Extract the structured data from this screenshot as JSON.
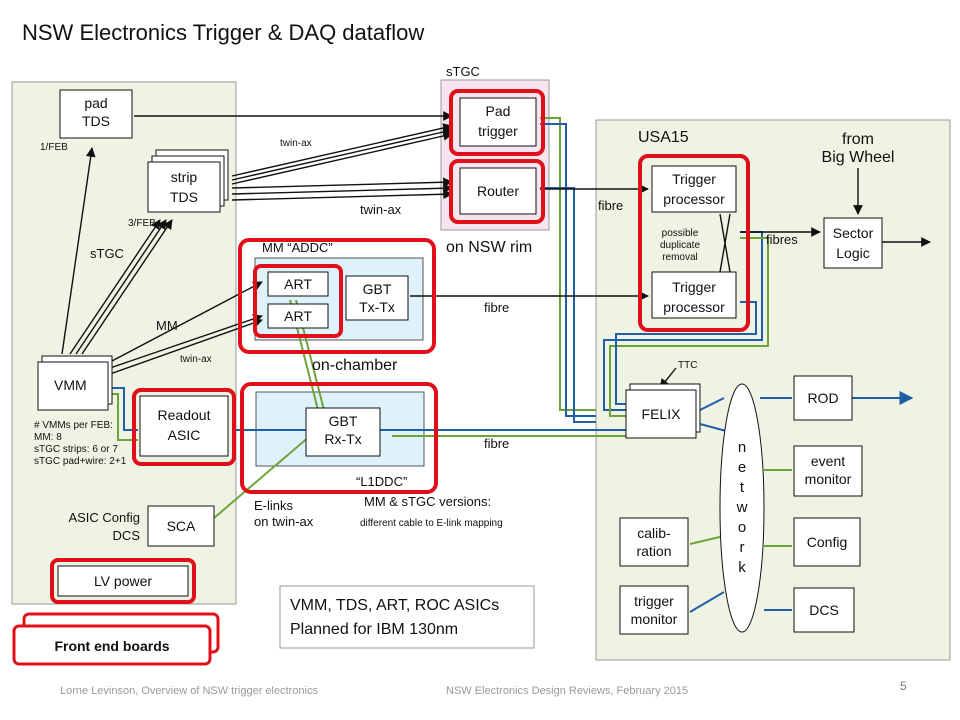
{
  "title": "NSW Electronics Trigger & DAQ dataflow",
  "footer": {
    "left": "Lorne Levinson, Overview of NSW trigger electronics",
    "center": "NSW Electronics Design Reviews, February 2015",
    "page": "5"
  },
  "frontend": {
    "pad_tds": [
      "pad",
      "TDS"
    ],
    "strip_tds": [
      "strip",
      "TDS"
    ],
    "per_feb_1": "1/FEB",
    "per_feb_3": "3/FEB",
    "stgc_label": "sTGC",
    "mm_label": "MM",
    "vmm": "VMM",
    "vmms_per_feb": [
      "# VMMs per FEB:",
      "MM: 8",
      "sTGC strips: 6 or 7",
      "sTGC pad+wire: 2+1"
    ],
    "readout_asic": [
      "Readout",
      "ASIC"
    ],
    "asic_config": [
      "ASIC Config",
      "DCS"
    ],
    "sca": "SCA",
    "lv_power": "LV power",
    "front_end_boards": "Front end boards"
  },
  "links": {
    "twinax_top": "twin-ax",
    "twinax_mid": "twin-ax",
    "twinax_mm": "twin-ax",
    "fibre_router": "fibre",
    "fibre_addc": "fibre",
    "fibre_l1ddc": "fibre",
    "fibres_sector": "fibres",
    "elinks": [
      "E-links",
      "on twin-ax"
    ]
  },
  "stgc_rim": {
    "header": "sTGC",
    "pad_trigger": [
      "Pad",
      "trigger"
    ],
    "router": "Router",
    "footer": "on NSW rim"
  },
  "addc": {
    "header": "MM “ADDC”",
    "art1": "ART",
    "art2": "ART",
    "gbt": [
      "GBT",
      "Tx-Tx"
    ],
    "on_chamber": "on-chamber"
  },
  "l1ddc": {
    "gbt": [
      "GBT",
      "Rx-Tx"
    ],
    "label": "“L1DDC”",
    "versions": [
      "MM & sTGC versions:",
      "different cable to E-link mapping"
    ]
  },
  "usa15": {
    "header": "USA15",
    "trigger_processor_1": [
      "Trigger",
      "processor"
    ],
    "trigger_processor_2": [
      "Trigger",
      "processor"
    ],
    "duplicate": [
      "possible",
      "duplicate",
      "removal"
    ],
    "from_big_wheel": [
      "from",
      "Big Wheel"
    ],
    "sector_logic": [
      "Sector",
      "Logic"
    ],
    "ttc": "TTC",
    "felix": "FELIX",
    "network": [
      "n",
      "e",
      "t",
      "w",
      "o",
      "r",
      "k"
    ],
    "rod": "ROD",
    "event_monitor": [
      "event",
      "monitor"
    ],
    "config": "Config",
    "dcs": "DCS",
    "calibration": [
      "calib-",
      "ration"
    ],
    "trigger_monitor": [
      "trigger",
      "monitor"
    ]
  },
  "asics_note": [
    "VMM, TDS, ART, ROC ASICs",
    "Planned for IBM 130nm"
  ],
  "colors": {
    "panel_green": "#eef3e4",
    "stgc_pink": "#f6e4ef",
    "ddc_blue": "#dff1fb",
    "highlight_red": "#e0101a",
    "link_blue": "#1f5fa8",
    "link_green": "#6ea33a"
  }
}
